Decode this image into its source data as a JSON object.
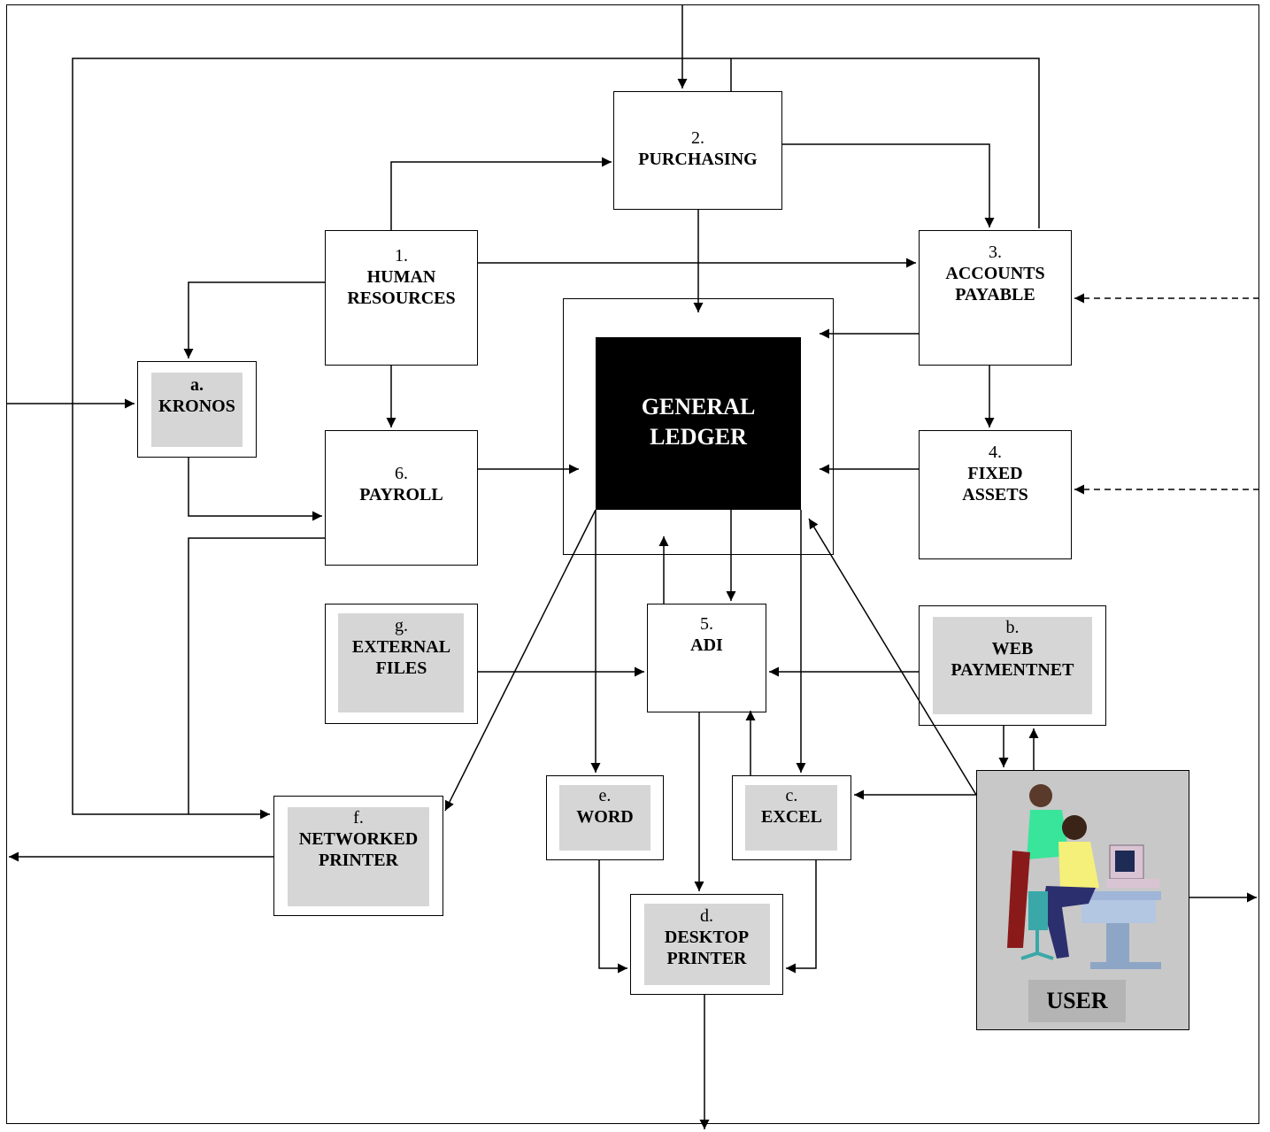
{
  "nodes": {
    "hr": {
      "num": "1.",
      "label": "HUMAN\nRESOURCES"
    },
    "purchasing": {
      "num": "2.",
      "label": "PURCHASING"
    },
    "ap": {
      "num": "3.",
      "label": "ACCOUNTS\nPAYABLE"
    },
    "fa": {
      "num": "4.",
      "label": "FIXED\nASSETS"
    },
    "adi": {
      "num": "5.",
      "label": "ADI"
    },
    "payroll": {
      "num": "6.",
      "label": "PAYROLL"
    },
    "gl": {
      "label": "GENERAL\nLEDGER"
    },
    "kronos": {
      "num": "a.",
      "label": "KRONOS"
    },
    "web": {
      "num": "b.",
      "label": "WEB\nPAYMENTNET"
    },
    "excel": {
      "num": "c.",
      "label": "EXCEL"
    },
    "desktop": {
      "num": "d.",
      "label": "DESKTOP\nPRINTER"
    },
    "word": {
      "num": "e.",
      "label": "WORD"
    },
    "networked": {
      "num": "f.",
      "label": "NETWORKED\nPRINTER"
    },
    "external": {
      "num": "g.",
      "label": "EXTERNAL\nFILES"
    },
    "user": {
      "label": "USER"
    }
  },
  "colors": {
    "line": "#000000",
    "shade": "#d6d6d6",
    "ledger": "#000000"
  }
}
